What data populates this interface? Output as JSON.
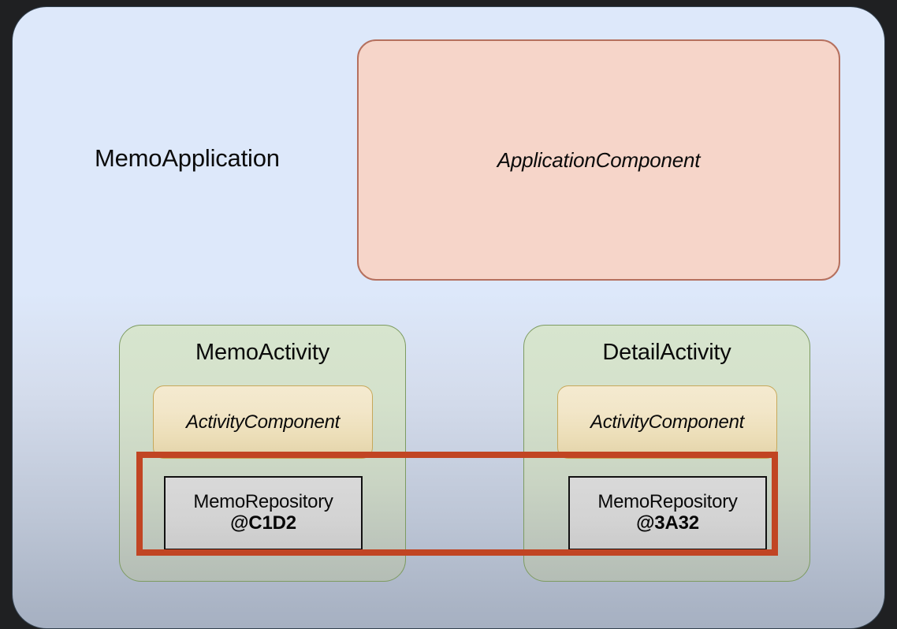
{
  "diagram": {
    "background_color": "#1f2022",
    "container": {
      "label": "MemoApplication",
      "fill_top": "#dde8fa",
      "fill_bottom": "#a6b0c2"
    },
    "application_component": {
      "label": "ApplicationComponent",
      "fill": "#f6d5c9",
      "border": "#b5705e"
    },
    "activities": [
      {
        "title": "MemoActivity",
        "component_label": "ActivityComponent",
        "repository_name": "MemoRepository",
        "repository_hash": "@C1D2"
      },
      {
        "title": "DetailActivity",
        "component_label": "ActivityComponent",
        "repository_name": "MemoRepository",
        "repository_hash": "@3A32"
      }
    ],
    "highlight": {
      "color": "#c14523",
      "stroke_width": "8px"
    },
    "colors": {
      "activity_fill": "#d7e5ce",
      "activity_border": "#7d9b61",
      "component_fill": "#f2e6c8",
      "component_border": "#c7a85a",
      "repository_fill": "#d3d3d3",
      "repository_border": "#111111"
    }
  }
}
